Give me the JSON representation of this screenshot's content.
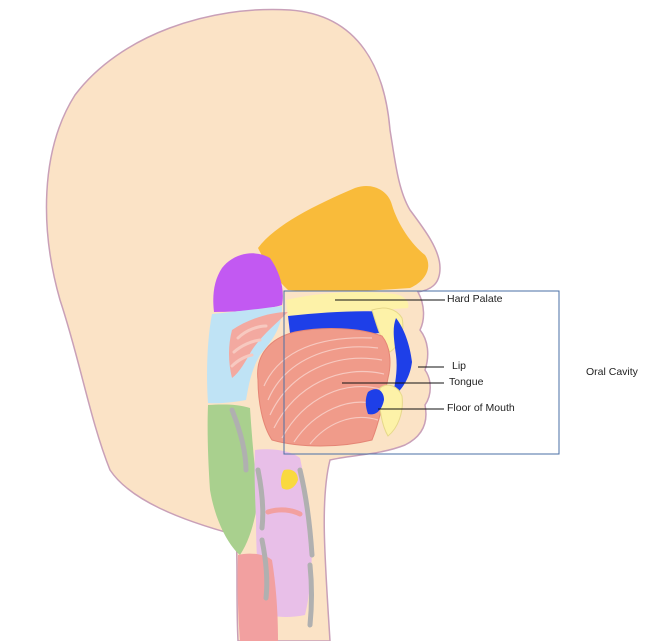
{
  "labels": {
    "hard_palate": "Hard Palate",
    "lip": "Lip",
    "tongue": "Tongue",
    "floor_of_mouth": "Floor of Mouth",
    "region": "Oral Cavity"
  },
  "colors": {
    "skin": "#fbe3c6",
    "outline": "#c9a0b8",
    "nasal_cavity": "#f9bb3a",
    "sinus": "#c259f2",
    "pharynx": "#bfe3f5",
    "tongue": "#f09b8a",
    "tongue_lines": "#f7c9c0",
    "palate": "#fdf2a8",
    "oral_blue": "#1e3fe8",
    "neck_green": "#a9d08e",
    "larynx": "#e8bfe8",
    "trachea": "#f2a0a0",
    "cartilage": "#b0b0b0",
    "box_line": "#4a6fa5"
  }
}
